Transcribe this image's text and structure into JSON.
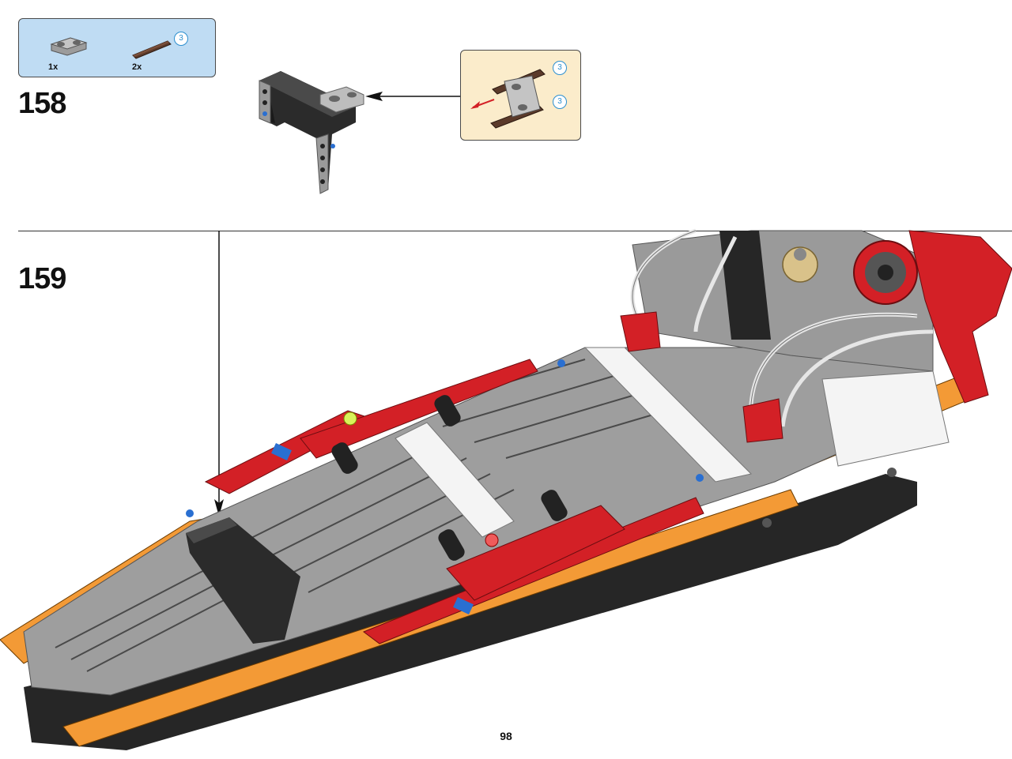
{
  "parts_list": {
    "items": [
      {
        "qty": "1x",
        "icon": "connector-perpendicular-beam-icon"
      },
      {
        "qty": "2x",
        "icon": "axle-length-3-icon",
        "badge": "3"
      }
    ]
  },
  "steps": [
    {
      "number": "158"
    },
    {
      "number": "159"
    }
  ],
  "callout": {
    "badges": [
      "3",
      "3"
    ]
  },
  "page": {
    "number": "98"
  },
  "colors": {
    "parts_bg": "#bfdcf3",
    "callout_bg": "#fbeccb",
    "badge": "#2c8fcf",
    "technic_red": "#d32026",
    "technic_orange": "#f39a36",
    "technic_gray": "#a9a9a9",
    "technic_black": "#262626"
  }
}
